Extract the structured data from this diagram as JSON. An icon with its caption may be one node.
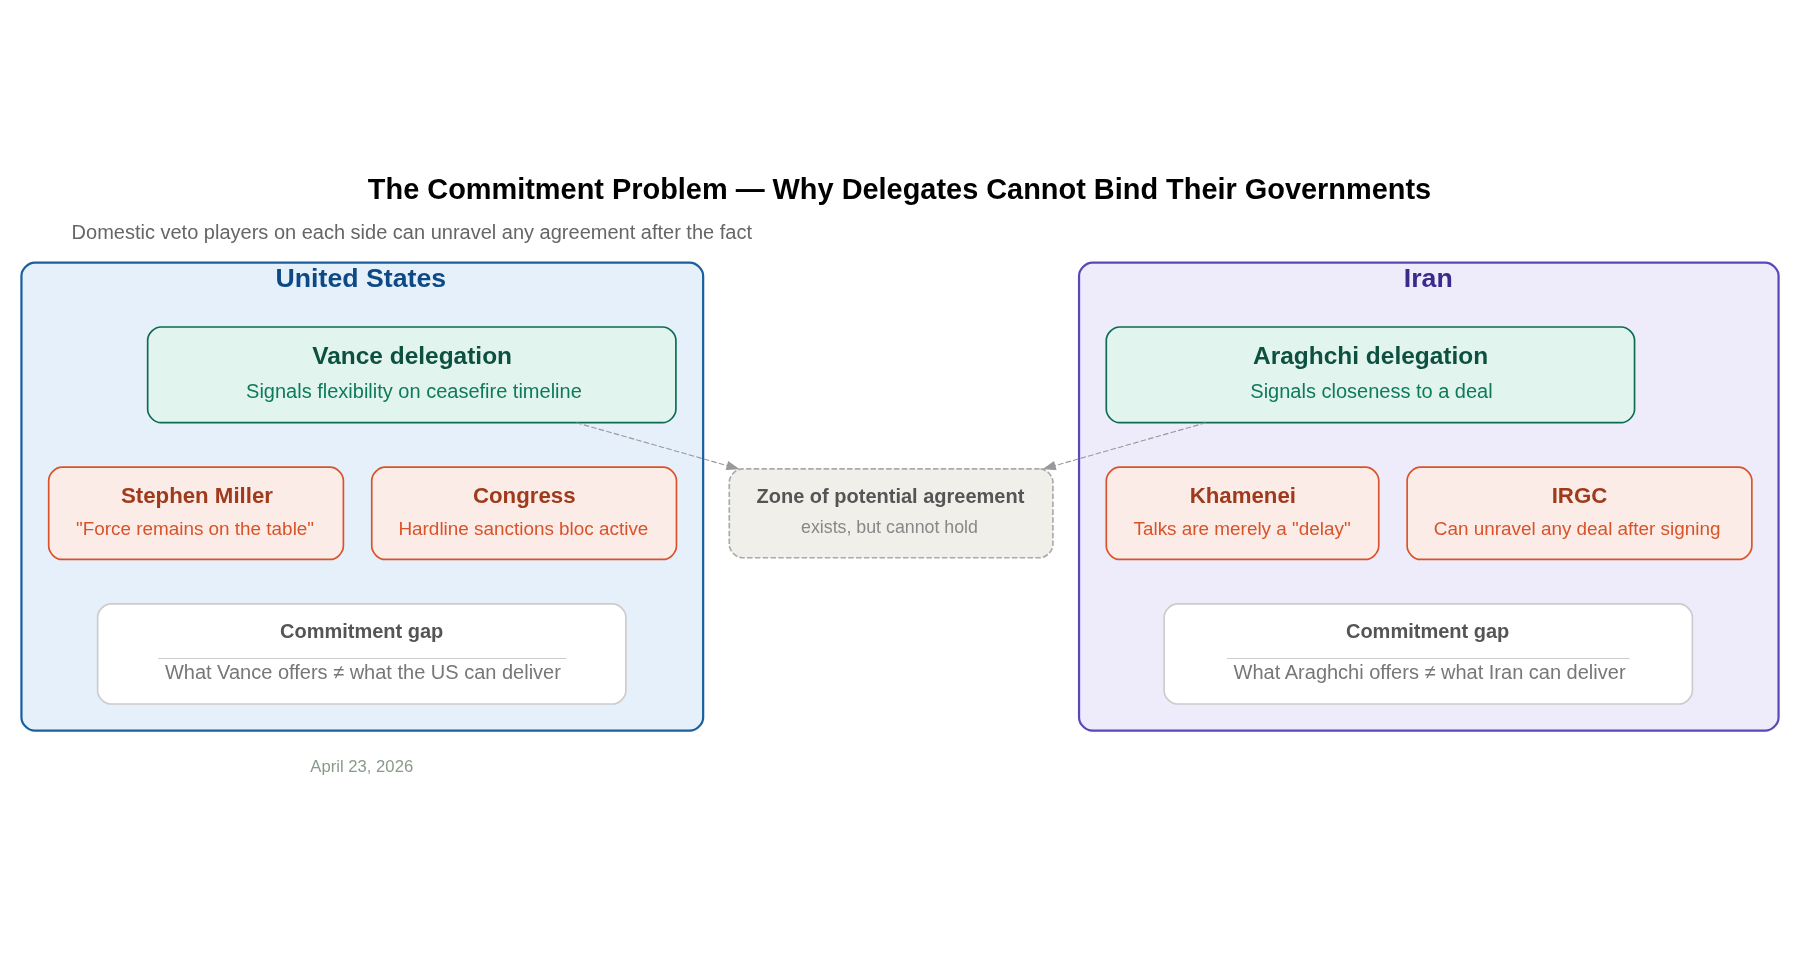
{
  "diagram": {
    "title": "The Commitment Problem — Why Delegates Cannot Bind Their Governments",
    "nodes": [
      {
        "text": [
          "United States"
        ]
      },
      {
        "text": [
          "Vance delegation",
          "Signals flexibility on ceasefire timeline"
        ],
        "in": 0
      },
      {
        "text": [
          "Stephen Miller",
          "\"Force remains on the table\""
        ],
        "in": 0
      },
      {
        "text": [
          "Congress",
          "Hardline sanctions bloc active"
        ],
        "in": 0
      },
      {
        "text": [
          "Commitment gap",
          "What Vance offers ≠ what the US can deliver"
        ],
        "in": 0
      },
      {
        "text": [
          "Zone of potential agreement",
          "exists, but cannot hold"
        ]
      },
      {
        "text": [
          "Iran"
        ]
      },
      {
        "text": [
          "Araghchi delegation",
          "Signals closeness to a deal"
        ],
        "in": 6
      },
      {
        "text": [
          "Khamenei",
          "Talks are merely a \"delay\""
        ],
        "in": 6
      },
      {
        "text": [
          "IRGC",
          "Can unravel any deal after signing"
        ],
        "in": 6
      },
      {
        "text": [
          "Commitment gap",
          "What Araghchi offers ≠ what Iran can deliver"
        ],
        "in": 6
      }
    ],
    "edges": [
      {
        "from": 1,
        "to": 5,
        "arrow": "to",
        "style": "dashed"
      },
      {
        "from": 7,
        "to": 5,
        "arrow": "to",
        "style": "dashed"
      }
    ],
    "labels": [
      "Domestic veto players on each side can unravel any agreement after the fact",
      "April 23, 2026"
    ]
  }
}
